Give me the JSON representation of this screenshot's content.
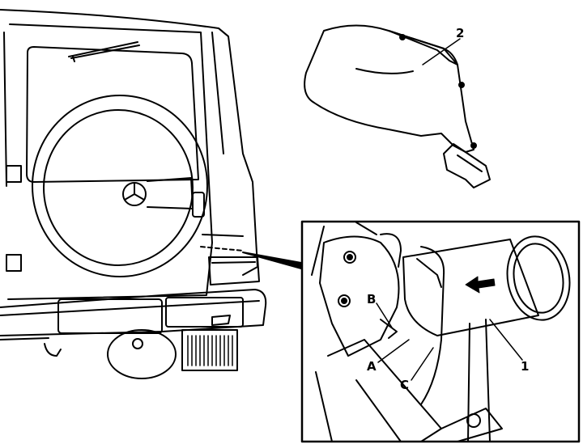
{
  "callouts": {
    "part_1": "1",
    "part_2": "2",
    "point_a": "A",
    "point_b": "B",
    "point_c": "C"
  },
  "colors": {
    "line": "#000000",
    "background": "#ffffff"
  },
  "icons": {
    "direction": "arrow-left-icon"
  }
}
